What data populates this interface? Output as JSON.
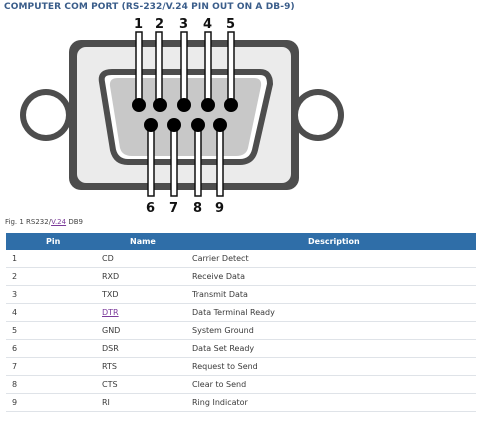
{
  "heading": "COMPUTER COM PORT (RS-232/V.24 PIN OUT ON A DB-9)",
  "figure": {
    "top_pins": [
      "1",
      "2",
      "3",
      "4",
      "5"
    ],
    "bottom_pins": [
      "6",
      "7",
      "8",
      "9"
    ],
    "colors": {
      "shell": "#4d4d4d",
      "body": "#ebebeb",
      "insert": "#c8c8c8",
      "pin": "#000000"
    }
  },
  "caption": {
    "prefix": "Fig. 1 RS232/",
    "link": "V.24",
    "suffix": " DB9"
  },
  "table": {
    "headers": [
      "Pin",
      "Name",
      "Description"
    ],
    "rows": [
      {
        "pin": "1",
        "name": "CD",
        "description": "Carrier Detect"
      },
      {
        "pin": "2",
        "name": "RXD",
        "description": "Receive Data"
      },
      {
        "pin": "3",
        "name": "TXD",
        "description": "Transmit Data"
      },
      {
        "pin": "4",
        "name": "DTR",
        "description": "Data Terminal Ready"
      },
      {
        "pin": "5",
        "name": "GND",
        "description": "System Ground"
      },
      {
        "pin": "6",
        "name": "DSR",
        "description": "Data Set Ready"
      },
      {
        "pin": "7",
        "name": "RTS",
        "description": "Request to Send"
      },
      {
        "pin": "8",
        "name": "CTS",
        "description": "Clear to Send"
      },
      {
        "pin": "9",
        "name": "RI",
        "description": "Ring Indicator"
      }
    ],
    "colors": {
      "header_bg": "#2f6ea8",
      "header_text": "#ffffff",
      "link": "#7b3a9a"
    }
  }
}
